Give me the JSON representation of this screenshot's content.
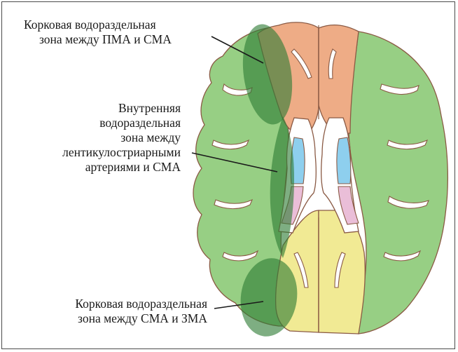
{
  "labels": {
    "cortical_aca_mca": {
      "line1": "Корковая водораздельная",
      "line2": "зона между ПМА и СМА"
    },
    "internal": {
      "line1": "Внутренняя",
      "line2": "водораздельная",
      "line3": "зона между",
      "line4": "лентикулостриарными",
      "line5": "артериями и СМА"
    },
    "cortical_mca_pca": {
      "line1": "Корковая водораздельная",
      "line2": "зона между СМА и ЗМА"
    }
  },
  "colors": {
    "mca_territory": "#97cf84",
    "aca_territory": "#eeac86",
    "pca_territory": "#f1ea94",
    "lenticulostriate_blue": "#8ecfee",
    "lenticulostriate_pink": "#eabed8",
    "watershed_overlay": "#2f7d36",
    "outline": "#8a5a44",
    "frame": "#4a4a4a"
  }
}
